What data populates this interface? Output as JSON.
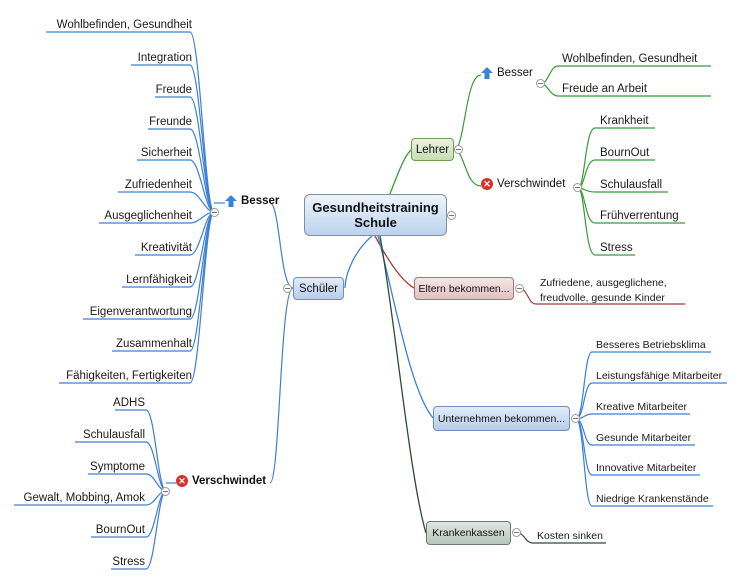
{
  "central": {
    "line1": "Gesundheitstraining",
    "line2": "Schule"
  },
  "schueler": {
    "label": "Schüler",
    "besser": {
      "label": "Besser",
      "items": [
        "Wohlbefinden, Gesundheit",
        "Integration",
        "Freude",
        "Freunde",
        "Sicherheit",
        "Zufriedenheit",
        "Ausgeglichenheit",
        "Kreativität",
        "Lernfähigkeit",
        "Eigenverantwortung",
        "Zusammenhalt",
        "Fähigkeiten, Fertigkeiten"
      ]
    },
    "verschwindet": {
      "label": "Verschwindet",
      "items": [
        "ADHS",
        "Schulausfall",
        "Symptome",
        "Gewalt, Mobbing, Amok",
        "BournOut",
        "Stress"
      ]
    }
  },
  "lehrer": {
    "label": "Lehrer",
    "besser": {
      "label": "Besser",
      "items": [
        "Wohlbefinden, Gesundheit",
        "Freude an Arbeit"
      ]
    },
    "verschwindet": {
      "label": "Verschwindet",
      "items": [
        "Krankheit",
        "BournOut",
        "Schulausfall",
        "Frühverrentung",
        "Stress"
      ]
    }
  },
  "eltern": {
    "label": "Eltern bekommen...",
    "line1": "Zufriedene, ausgeglichene,",
    "line2": "freudvolle, gesunde Kinder"
  },
  "unternehmen": {
    "label": "Unternehmen bekommen...",
    "items": [
      "Besseres Betriebsklima",
      "Leistungsfähige Mitarbeiter",
      "Kreative Mitarbeiter",
      "Gesunde Mitarbeiter",
      "Innovative Mitarbeiter",
      "Niedrige Krankenstände"
    ]
  },
  "krankenkassen": {
    "label": "Krankenkassen",
    "item": "Kosten sinken"
  },
  "icons": {
    "up": "arrow-up-icon",
    "x": "cross-icon"
  },
  "colors": {
    "blue": "#3d7fd6",
    "green": "#3a9a3a",
    "red": "#a83a3a",
    "dark": "#2f4a38",
    "text": "#1a1a1a"
  }
}
